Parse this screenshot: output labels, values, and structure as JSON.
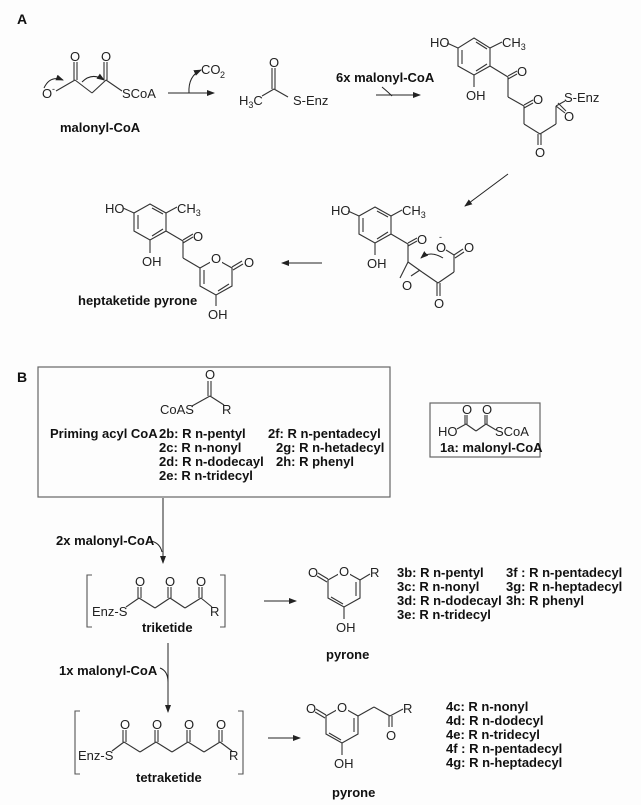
{
  "panels": {
    "a": "A",
    "b": "B"
  },
  "panel_a": {
    "malonyl": {
      "label": "malonyl-CoA",
      "o_minus": "O",
      "minus": "-",
      "scoa": "SCoA",
      "o": "O"
    },
    "decarboxylation": {
      "co2": "CO",
      "co2_sub": "2"
    },
    "acetyl": {
      "h3c": "H",
      "h3c_sub": "3",
      "h3c_c": "C",
      "senz": "S-Enz",
      "o": "O"
    },
    "extension": {
      "label": "6x malonyl-CoA"
    },
    "heptaketide_enz": {
      "ho": "HO",
      "ch3": "CH",
      "ch3_sub": "3",
      "oh": "OH",
      "o": "O",
      "senz": "S-Enz"
    },
    "cyclizing": {
      "ho": "HO",
      "ch3": "CH",
      "ch3_sub": "3",
      "oh": "OH",
      "o": "O",
      "minus": "-"
    },
    "product": {
      "label": "heptaketide pyrone",
      "ho": "HO",
      "ch3": "CH",
      "ch3_sub": "3",
      "oh": "OH",
      "o": "O"
    }
  },
  "panel_b": {
    "priming": {
      "title": "Priming acyl CoA",
      "coas": "CoAS",
      "r": "R",
      "o": "O",
      "entries_left": [
        "2b:  R n-pentyl",
        "2c:  R n-nonyl",
        "2d:  R n-dodecayl",
        "2e:  R n-tridecyl"
      ],
      "entries_right": [
        "2f: R n-pentadecyl",
        "2g: R n-hetadecyl",
        "2h: R phenyl"
      ]
    },
    "malonyl_box": {
      "ho": "HO",
      "scoa": "SCoA",
      "o": "O",
      "label": "1a: malonyl-CoA"
    },
    "step1": {
      "label": "2x malonyl-CoA"
    },
    "triketide": {
      "label": "triketide",
      "enzs": "Enz-S",
      "r": "R",
      "o": "O"
    },
    "pyrone3": {
      "label": "pyrone",
      "o": "O",
      "r": "R",
      "oh": "OH",
      "entries_left": [
        "3b: R n-pentyl",
        "3c: R n-nonyl",
        "3d: R n-dodecayl",
        "3e: R n-tridecyl"
      ],
      "entries_right": [
        "3f : R n-pentadecyl",
        "3g: R n-heptadecyl",
        "3h: R phenyl"
      ]
    },
    "step2": {
      "label": "1x malonyl-CoA"
    },
    "tetraketide": {
      "label": "tetraketide",
      "enzs": "Enz-S",
      "r": "R",
      "o": "O"
    },
    "pyrone4": {
      "label": "pyrone",
      "o": "O",
      "r": "R",
      "oh": "OH",
      "entries": [
        "4c: R n-nonyl",
        "4d: R n-dodecyl",
        "4e: R n-tridecyl",
        "4f : R n-pentadecyl",
        "4g: R n-heptadecyl"
      ]
    }
  }
}
